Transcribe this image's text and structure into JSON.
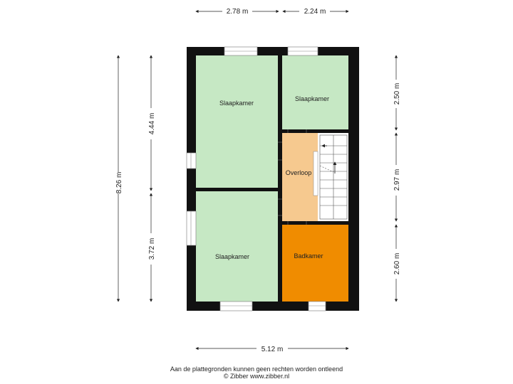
{
  "rooms": {
    "bedroom_1": "Slaapkamer",
    "bedroom_2": "Slaapkamer",
    "bedroom_3": "Slaapkamer",
    "landing": "Overloop",
    "bathroom": "Badkamer"
  },
  "dimensions": {
    "top_left": "2.78 m",
    "top_right": "2.24 m",
    "bottom": "5.12 m",
    "left_total": "8.26 m",
    "left_upper": "4.44 m",
    "left_lower": "3.72 m",
    "right_top": "2.50 m",
    "right_mid": "2.97 m",
    "right_bottom": "2.60 m"
  },
  "footer": {
    "line1": "Aan de plattegronden kunnen geen rechten worden ontleend",
    "line2": "© Zibber www.zibber.nl"
  },
  "colors": {
    "bedroom": "#c6e8c4",
    "landing": "#f6c98f",
    "bathroom": "#f08c00",
    "wall": "#111111"
  }
}
